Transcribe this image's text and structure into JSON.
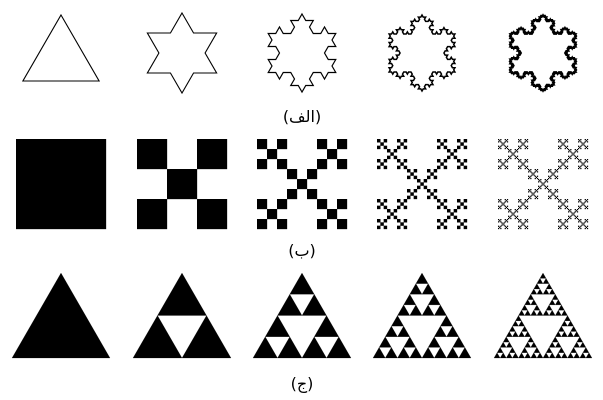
{
  "figure": {
    "rows": [
      {
        "id": "a",
        "caption": "(الف)",
        "fractal": "koch-snowflake",
        "stages": [
          0,
          1,
          2,
          3,
          4
        ],
        "stroke": "#000000"
      },
      {
        "id": "b",
        "caption": "(ب)",
        "fractal": "vicsek-saltire",
        "stages": [
          0,
          1,
          2,
          3,
          4
        ],
        "fill": "#000000"
      },
      {
        "id": "c",
        "caption": "(ج)",
        "fractal": "sierpinski-triangle",
        "stages": [
          0,
          1,
          2,
          3,
          4
        ],
        "fill": "#000000"
      }
    ]
  }
}
